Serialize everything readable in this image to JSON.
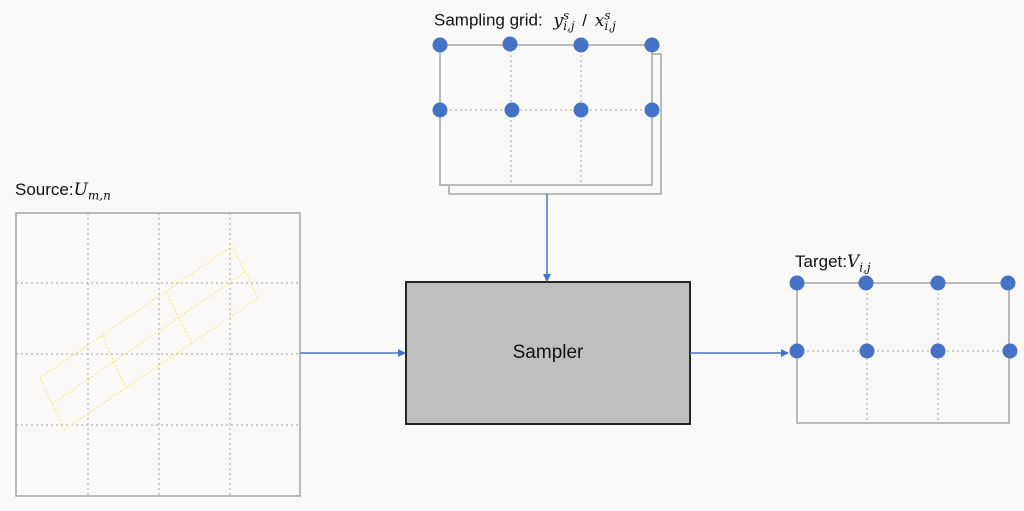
{
  "source": {
    "label": "Source:",
    "var": "U",
    "sub": "m,n"
  },
  "sampling_grid": {
    "label": "Sampling grid:",
    "var_y": "y",
    "var_x": "x",
    "sup": "s",
    "sub": "i,j",
    "sep": "/"
  },
  "sampler": {
    "label": "Sampler"
  },
  "target": {
    "label": "Target:",
    "var": "V",
    "sub": "i,j"
  },
  "colors": {
    "point": "#4472c4",
    "arrow": "#4472c4",
    "grid_border": "#a6a6a6",
    "grid_dotted": "#a6a6a6",
    "sampler_fill": "#bfbfbf",
    "sampler_border": "#262626",
    "warped_grid": "#ffe066",
    "background": "#fbf9f8"
  }
}
